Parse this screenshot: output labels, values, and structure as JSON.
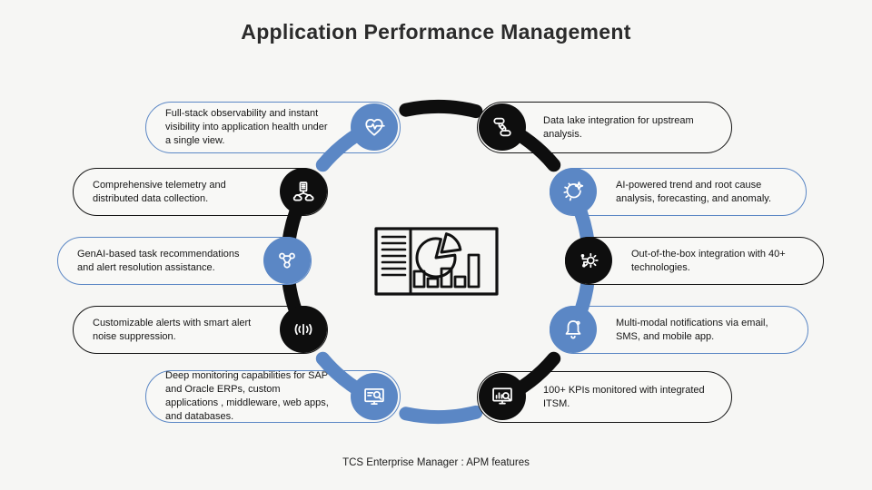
{
  "page": {
    "title": "Application Performance Management",
    "caption": "TCS Enterprise Manager : APM features"
  },
  "colors": {
    "accent_blue": "#5b87c5",
    "accent_black": "#0e0e0e",
    "background": "#f6f6f4"
  },
  "center": {
    "icon": "dashboard-analytics-icon"
  },
  "features": [
    {
      "label": "Full-stack observability and instant visibility into application health under a single view.",
      "icon": "heartbeat-icon",
      "accent": "blue",
      "side": "left"
    },
    {
      "label": "Comprehensive telemetry and distributed data collection.",
      "icon": "distributed-data-icon",
      "accent": "black",
      "side": "left"
    },
    {
      "label": "GenAI-based task recommendations and alert resolution assistance.",
      "icon": "workflow-nodes-icon",
      "accent": "blue",
      "side": "left"
    },
    {
      "label": "Customizable alerts with smart alert noise suppression.",
      "icon": "noise-suppression-icon",
      "accent": "black",
      "side": "left"
    },
    {
      "label": "Deep monitoring capabilities for SAP and Oracle ERPs, custom applications , middleware, web apps, and databases.",
      "icon": "monitor-search-icon",
      "accent": "blue",
      "side": "left"
    },
    {
      "label": "Data lake integration for upstream analysis.",
      "icon": "data-flow-icon",
      "accent": "black",
      "side": "right"
    },
    {
      "label": "AI-powered trend and root cause analysis, forecasting, and anomaly.",
      "icon": "ai-gear-sparkle-icon",
      "accent": "blue",
      "side": "right"
    },
    {
      "label": "Out-of-the-box integration with 40+ technologies.",
      "icon": "gear-circuit-icon",
      "accent": "black",
      "side": "right"
    },
    {
      "label": "Multi-modal notifications via email, SMS, and mobile app.",
      "icon": "bell-icon",
      "accent": "blue",
      "side": "right"
    },
    {
      "label": "100+ KPIs monitored with integrated ITSM.",
      "icon": "kpi-monitor-icon",
      "accent": "black",
      "side": "right"
    }
  ]
}
